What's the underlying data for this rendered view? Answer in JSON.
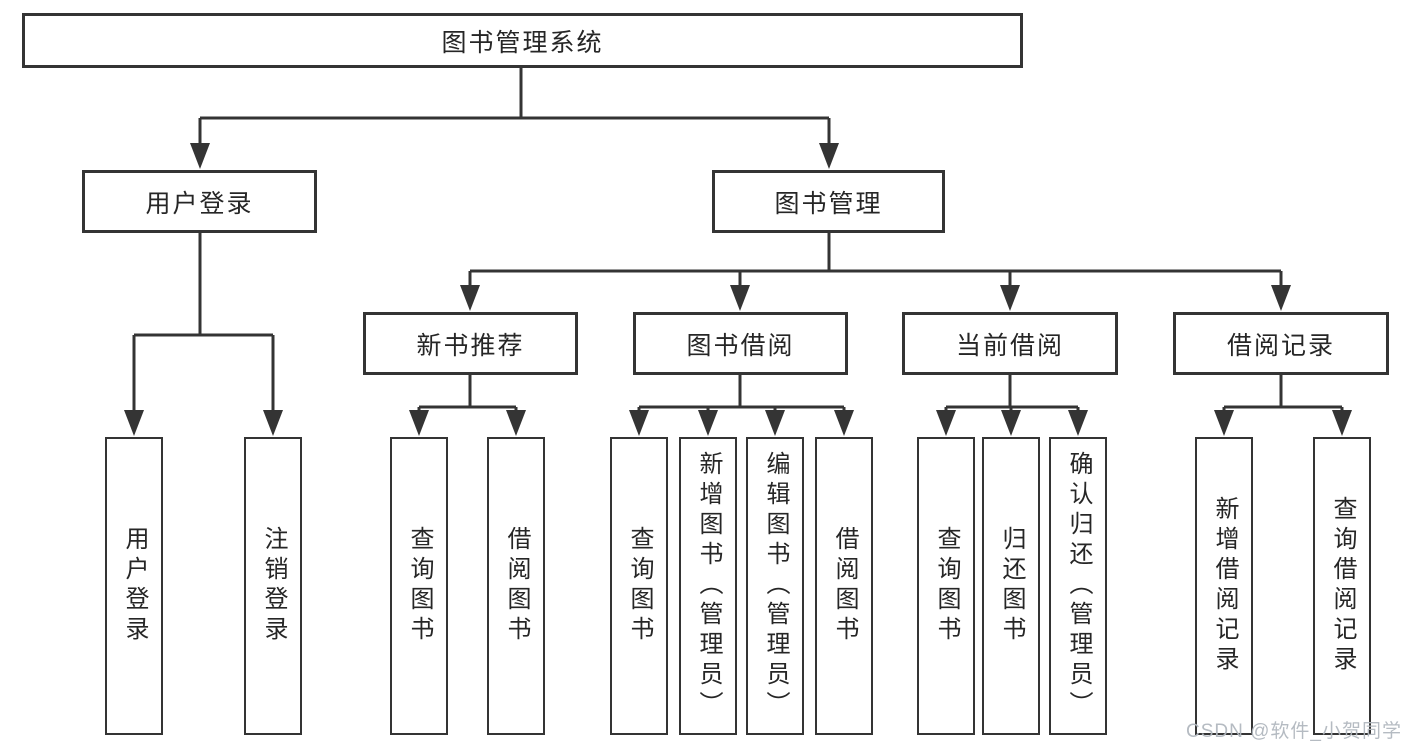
{
  "colors": {
    "line": "#343434",
    "text": "#262626",
    "box_background": "#ffffff",
    "watermark": "#b2b8bf"
  },
  "tree": {
    "root": {
      "label": "图书管理系统"
    },
    "level1": [
      {
        "label": "用户登录"
      },
      {
        "label": "图书管理"
      }
    ],
    "level2": [
      {
        "label": "新书推荐"
      },
      {
        "label": "图书借阅"
      },
      {
        "label": "当前借阅"
      },
      {
        "label": "借阅记录"
      }
    ],
    "leaves": [
      {
        "label": "用户登录"
      },
      {
        "label": "注销登录"
      },
      {
        "label": "查询图书"
      },
      {
        "label": "借阅图书"
      },
      {
        "label": "查询图书"
      },
      {
        "label": "新增图书（管理员）"
      },
      {
        "label": "编辑图书（管理员）"
      },
      {
        "label": "借阅图书"
      },
      {
        "label": "查询图书"
      },
      {
        "label": "归还图书"
      },
      {
        "label": "确认归还（管理员）"
      },
      {
        "label": "新增借阅记录"
      },
      {
        "label": "查询借阅记录"
      }
    ]
  },
  "watermark": {
    "text": "CSDN @软件_小贺同学"
  }
}
